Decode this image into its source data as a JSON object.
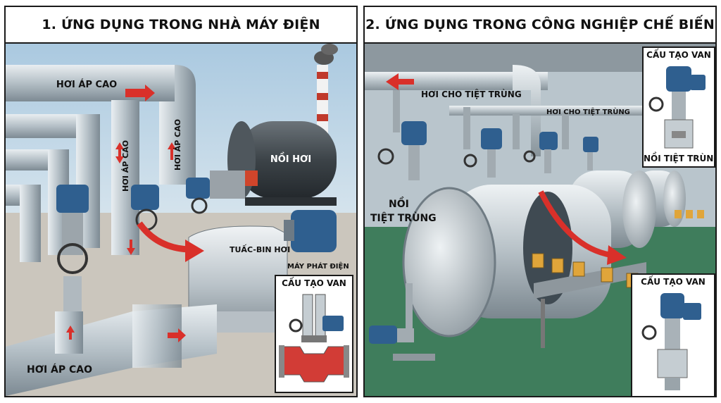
{
  "left_panel": {
    "title": "1. ỨNG DỤNG TRONG NHÀ MÁY ĐIỆN",
    "labels": {
      "steam_top": "HƠI ÁP CAO",
      "steam_vertical_1": "HƠI ÁP CAO",
      "steam_vertical_2": "HƠI ÁP CAO",
      "boiler": "NỒI HƠI",
      "turbine": "TUẤC-BIN HƠI",
      "generator": "MÁY PHÁT ĐIỆN",
      "steam_bottom": "HƠI ÁP CAO"
    },
    "inset": {
      "title": "CẤU TẠO VAN"
    }
  },
  "right_panel": {
    "title": "2. ỨNG DỤNG TRONG CÔNG NGHIỆP CHẾ BIẾN",
    "labels": {
      "steam_sterilization_1": "HƠI CHO TIỆT TRÙNG",
      "steam_sterilization_2": "HƠI CHO TIỆT TRÙNG",
      "retort_line1": "NỒI",
      "retort_line2": "TIỆT TRÙNG"
    },
    "inset_top": {
      "title": "CẤU TẠO VAN",
      "caption": "NỒI TIỆT TRÙNG"
    },
    "inset_bottom": {
      "title": "CẤU TẠO VAN"
    }
  },
  "colors": {
    "pipe": "#b9c3ca",
    "motor": "#2f5f8f",
    "arrow": "#d9302a",
    "floor_right": "#3f7d5c"
  }
}
